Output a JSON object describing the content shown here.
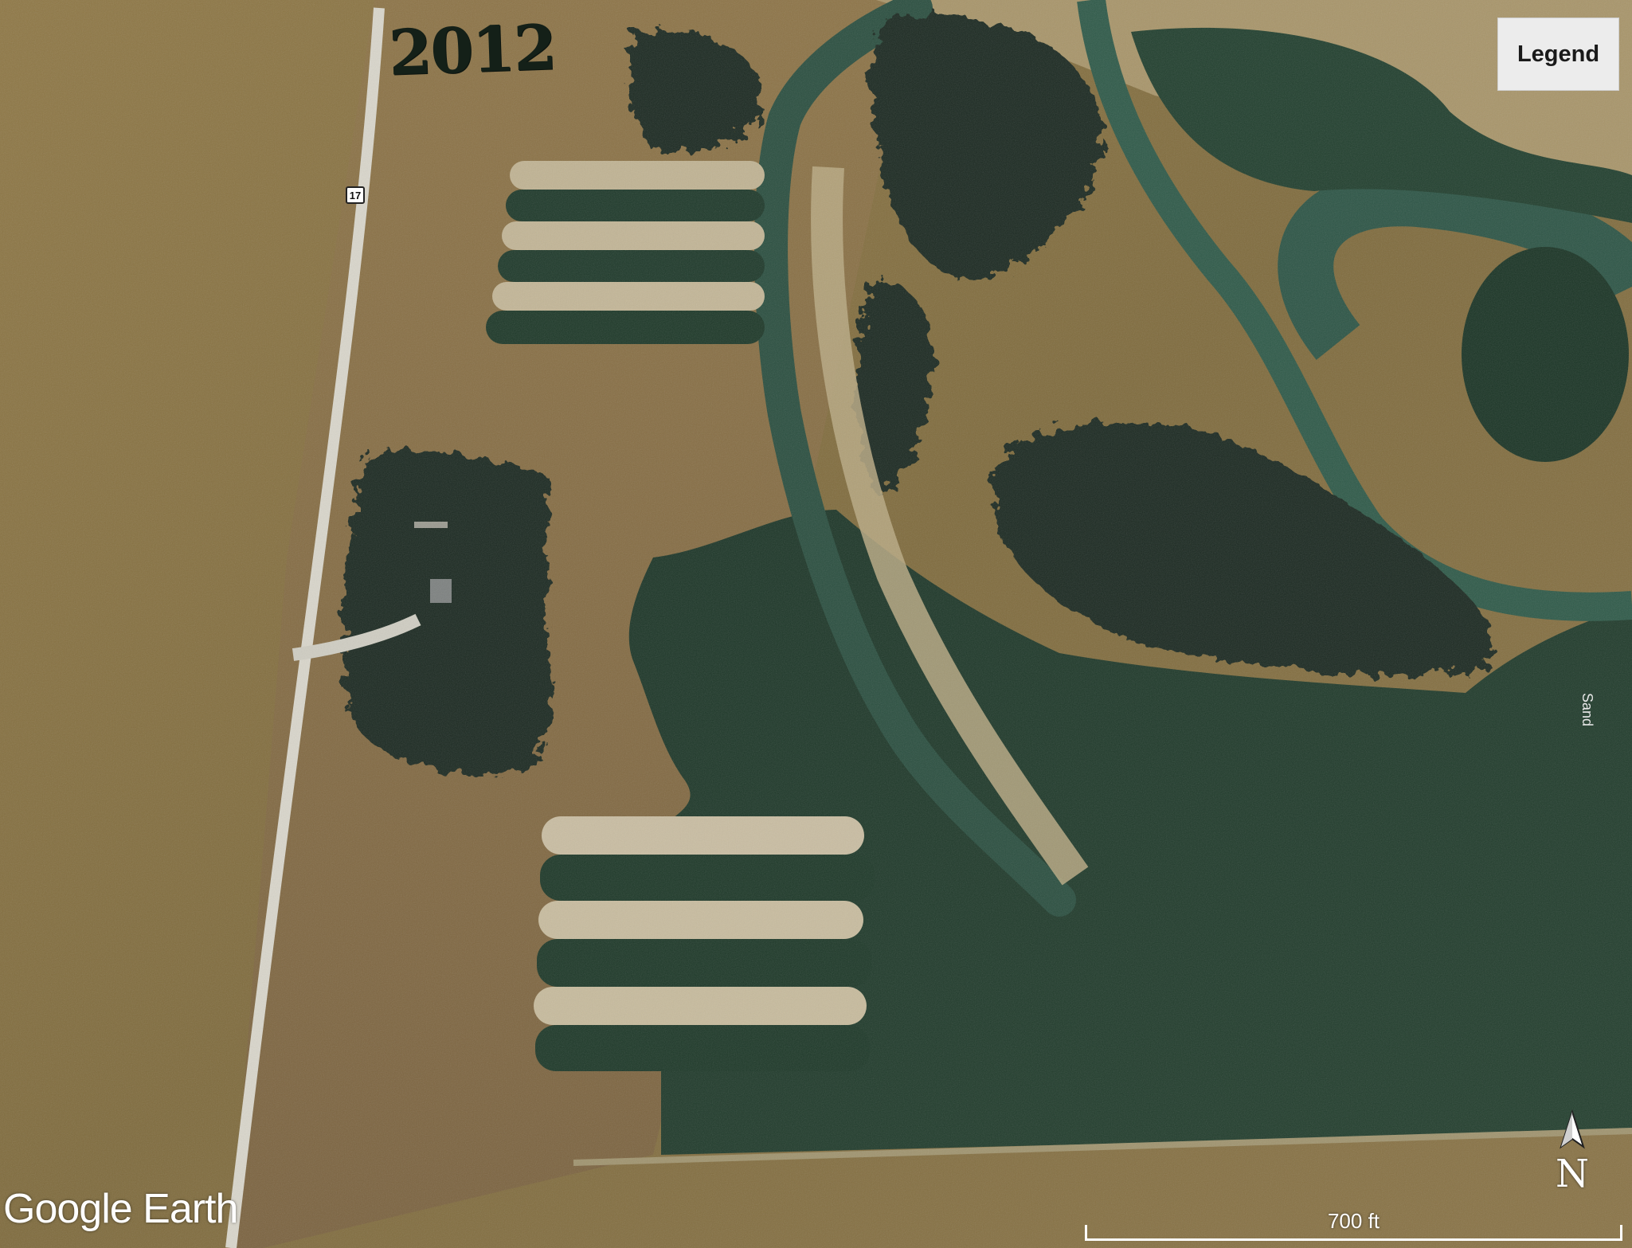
{
  "map": {
    "year_annotation": "2012",
    "legend_label": "Legend",
    "route_number": "17",
    "river_label": "Sand",
    "branding": {
      "google": "Google",
      "earth": "Earth"
    },
    "scale_label": "700 ft",
    "north_label": "N"
  },
  "colors": {
    "field": "#8a7443",
    "water": "#213c2d",
    "river": "#2e5646",
    "road": "#d8d6cc",
    "trees": "#1e2a1e",
    "pale_berm": "#c2b69a"
  }
}
